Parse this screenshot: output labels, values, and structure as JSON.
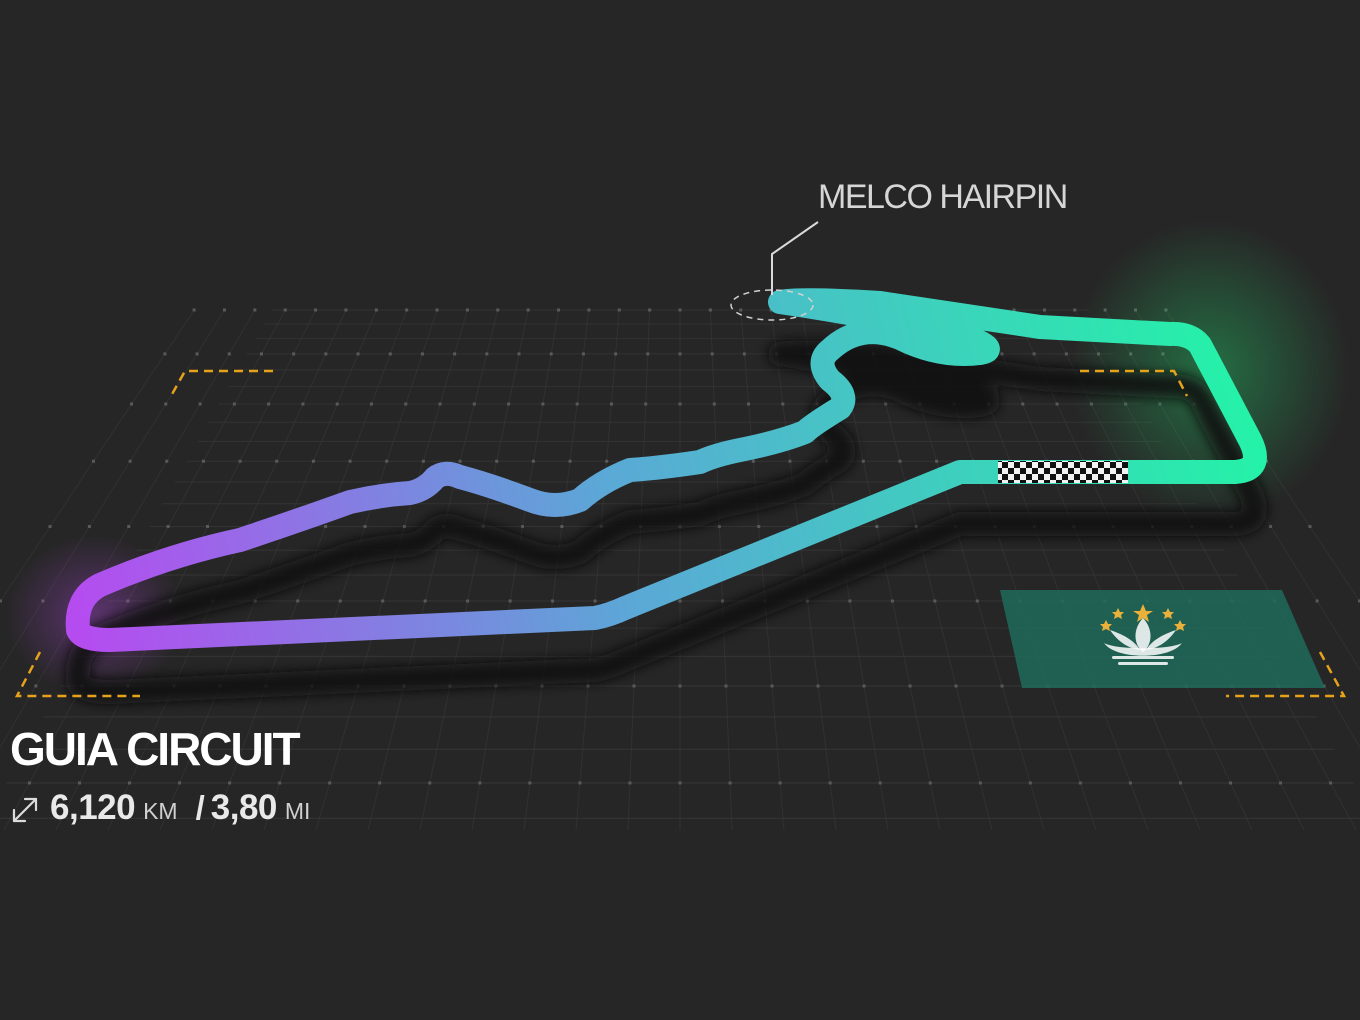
{
  "circuit": {
    "name": "GUIA CIRCUIT",
    "length_km": "6,120",
    "length_km_unit": "KM",
    "separator": "/",
    "length_mi": "3,80",
    "length_mi_unit": "MI"
  },
  "callout": {
    "label": "MELCO HAIRPIN"
  },
  "icons": {
    "length": "diagonal-resize-arrow-icon",
    "start_finish": "checkered-flag-icon",
    "flag": "macau-flag-icon"
  },
  "colors": {
    "background": "#262626",
    "track_start": "#b54cf0",
    "track_mid": "#5aa9d6",
    "track_end": "#22f5a6",
    "frame_marks": "#e6a21a",
    "flag_green": "#1e6b5a",
    "grid": "#3a3a3a"
  }
}
